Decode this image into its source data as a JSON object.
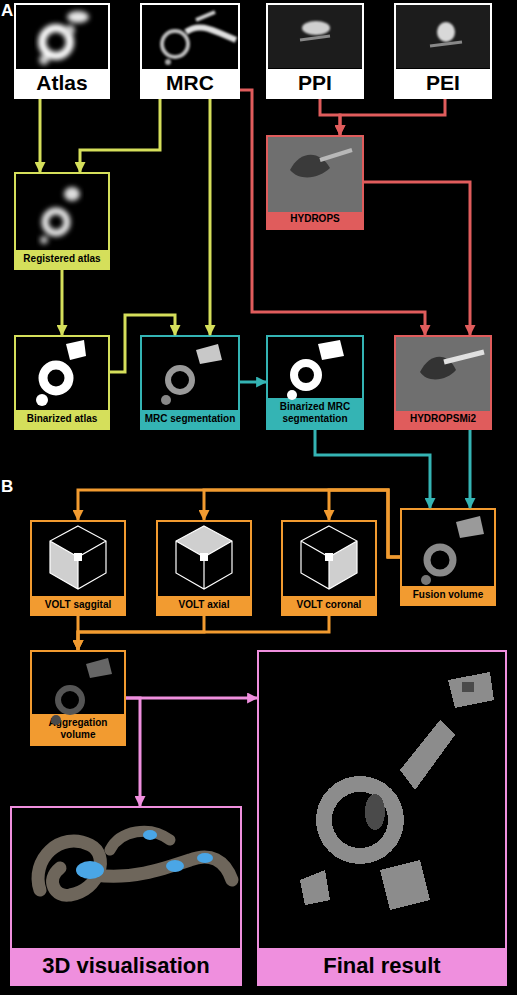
{
  "diagram": {
    "nodes": [
      {
        "text": [
          "Atlas"
        ]
      },
      {
        "text": [
          "MRC"
        ]
      },
      {
        "text": [
          "PPI"
        ]
      },
      {
        "text": [
          "PEI"
        ]
      },
      {
        "text": [
          "Registered atlas"
        ]
      },
      {
        "text": [
          "HYDROPS"
        ]
      },
      {
        "text": [
          "Binarized atlas"
        ]
      },
      {
        "text": [
          "MRC segmentation"
        ]
      },
      {
        "text": [
          "Binarized MRC segmentation"
        ]
      },
      {
        "text": [
          "HYDROPSMi2"
        ]
      },
      {
        "text": [
          "VOLT saggital"
        ]
      },
      {
        "text": [
          "VOLT axial"
        ]
      },
      {
        "text": [
          "VOLT coronal"
        ]
      },
      {
        "text": [
          "Fusion volume"
        ]
      },
      {
        "text": [
          "Aggregation volume"
        ]
      },
      {
        "text": [
          "Final result"
        ]
      },
      {
        "text": [
          "3D visualisation"
        ]
      }
    ],
    "edges": [
      {
        "from": 0,
        "to": 4,
        "arrow": "to"
      },
      {
        "from": 1,
        "to": 4,
        "arrow": "to"
      },
      {
        "from": 1,
        "to": 7,
        "arrow": "to"
      },
      {
        "from": 4,
        "to": 6,
        "arrow": "to"
      },
      {
        "from": 6,
        "to": 7,
        "arrow": "to"
      },
      {
        "from": 2,
        "to": 5,
        "arrow": "to"
      },
      {
        "from": 3,
        "to": 5,
        "arrow": "to"
      },
      {
        "from": 1,
        "to": 9,
        "arrow": "to"
      },
      {
        "from": 5,
        "to": 9,
        "arrow": "to"
      },
      {
        "from": 7,
        "to": 8,
        "arrow": "to"
      },
      {
        "from": 8,
        "to": 13,
        "arrow": "to"
      },
      {
        "from": 9,
        "to": 13,
        "arrow": "to"
      },
      {
        "from": 13,
        "to": 10,
        "arrow": "to"
      },
      {
        "from": 13,
        "to": 11,
        "arrow": "to"
      },
      {
        "from": 13,
        "to": 12,
        "arrow": "to"
      },
      {
        "from": 10,
        "to": 14,
        "arrow": "to"
      },
      {
        "from": 11,
        "to": 14,
        "arrow": "to"
      },
      {
        "from": 12,
        "to": 14,
        "arrow": "to"
      },
      {
        "from": 14,
        "to": 15,
        "arrow": "to"
      },
      {
        "from": 14,
        "to": 16,
        "arrow": "to"
      }
    ],
    "labels": [
      "A",
      "B"
    ]
  }
}
